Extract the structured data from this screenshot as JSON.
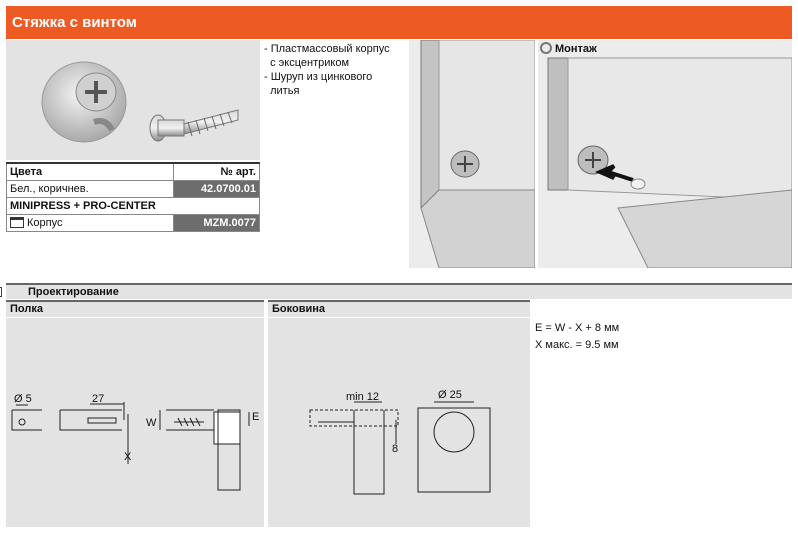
{
  "header": {
    "title": "Стяжка с винтом"
  },
  "description": [
    "- Пластмассовый корпус",
    "  с эксцентриком",
    "- Шуруп из цинкового",
    "  литья"
  ],
  "spec_table": {
    "col_color": "Цвета",
    "col_art": "№ арт.",
    "row1_color": "Бел., коричнев.",
    "row1_art": "42.0700.01",
    "section": "MINIPRESS + PRO-CENTER",
    "row2_label": "Корпус",
    "row2_art": "MZM.0077"
  },
  "montage": {
    "label": "Монтаж"
  },
  "design": {
    "title": "Проектирование",
    "shelf_label": "Полка",
    "side_label": "Боковина"
  },
  "shelf_dims": {
    "dia": "Ø 5",
    "len": "27",
    "w": "W",
    "x": "X",
    "e": "E"
  },
  "side_dims": {
    "min": "min 12",
    "eight": "8",
    "dia25": "Ø 25"
  },
  "formula": {
    "line1": "E = W - X + 8 мм",
    "line2": "X макс. = 9.5 мм"
  },
  "colors": {
    "accent": "#ee5a24",
    "panel": "#e3e3e3",
    "dark_cell": "#6d6d6d"
  }
}
